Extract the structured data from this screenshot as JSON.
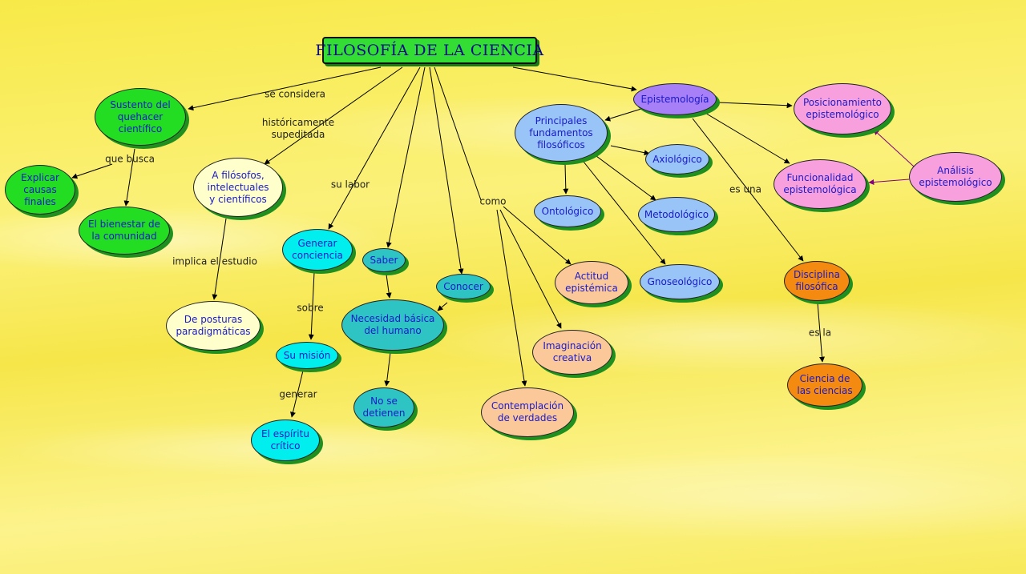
{
  "title": "FILOSOFÍA DE LA CIENCIA",
  "nodes": {
    "sustento": "Sustento del\nquehacer\ncientífico",
    "explicar": "Explicar\ncausas\nfinales",
    "bienestar": "El bienestar de\nla comunidad",
    "filosofos": "A filósofos,\nintelectuales\ny científicos",
    "posturas": "De posturas\nparadigmáticas",
    "generar_conciencia": "Generar\nconciencia",
    "su_mision": "Su misión",
    "espiritu": "El espíritu\ncrítico",
    "saber": "Saber",
    "necesidad": "Necesidad básica\ndel humano",
    "no_se_detienen": "No se\ndetienen",
    "conocer": "Conocer",
    "contemplacion": "Contemplación\nde verdades",
    "imaginacion": "Imaginación\ncreativa",
    "actitud": "Actitud\nepistémica",
    "principales": "Principales\nfundamentos\nfilosóficos",
    "ontologico": "Ontológico",
    "axiologico": "Axiológico",
    "metodologico": "Metodológico",
    "gnoseologico": "Gnoseológico",
    "epistemologia": "Epistemología",
    "posicionamiento": "Posicionamiento\nepistemológico",
    "funcionalidad": "Funcionalidad\nepistemológica",
    "analisis": "Análisis\nepistemológico",
    "disciplina": "Disciplina\nfilosófica",
    "ciencia_ciencias": "Ciencia de\nlas ciencias"
  },
  "labels": {
    "se_considera": "se considera",
    "historicamente": "históricamente\nsupeditada",
    "que_busca": "que busca",
    "implica": "implica el estudio",
    "su_labor": "su labor",
    "sobre": "sobre",
    "generar": "generar",
    "como": "como",
    "es_una": "es una",
    "es_la": "es la"
  },
  "colors": {
    "connector": "#000000",
    "analisis_connector": "#800080"
  }
}
